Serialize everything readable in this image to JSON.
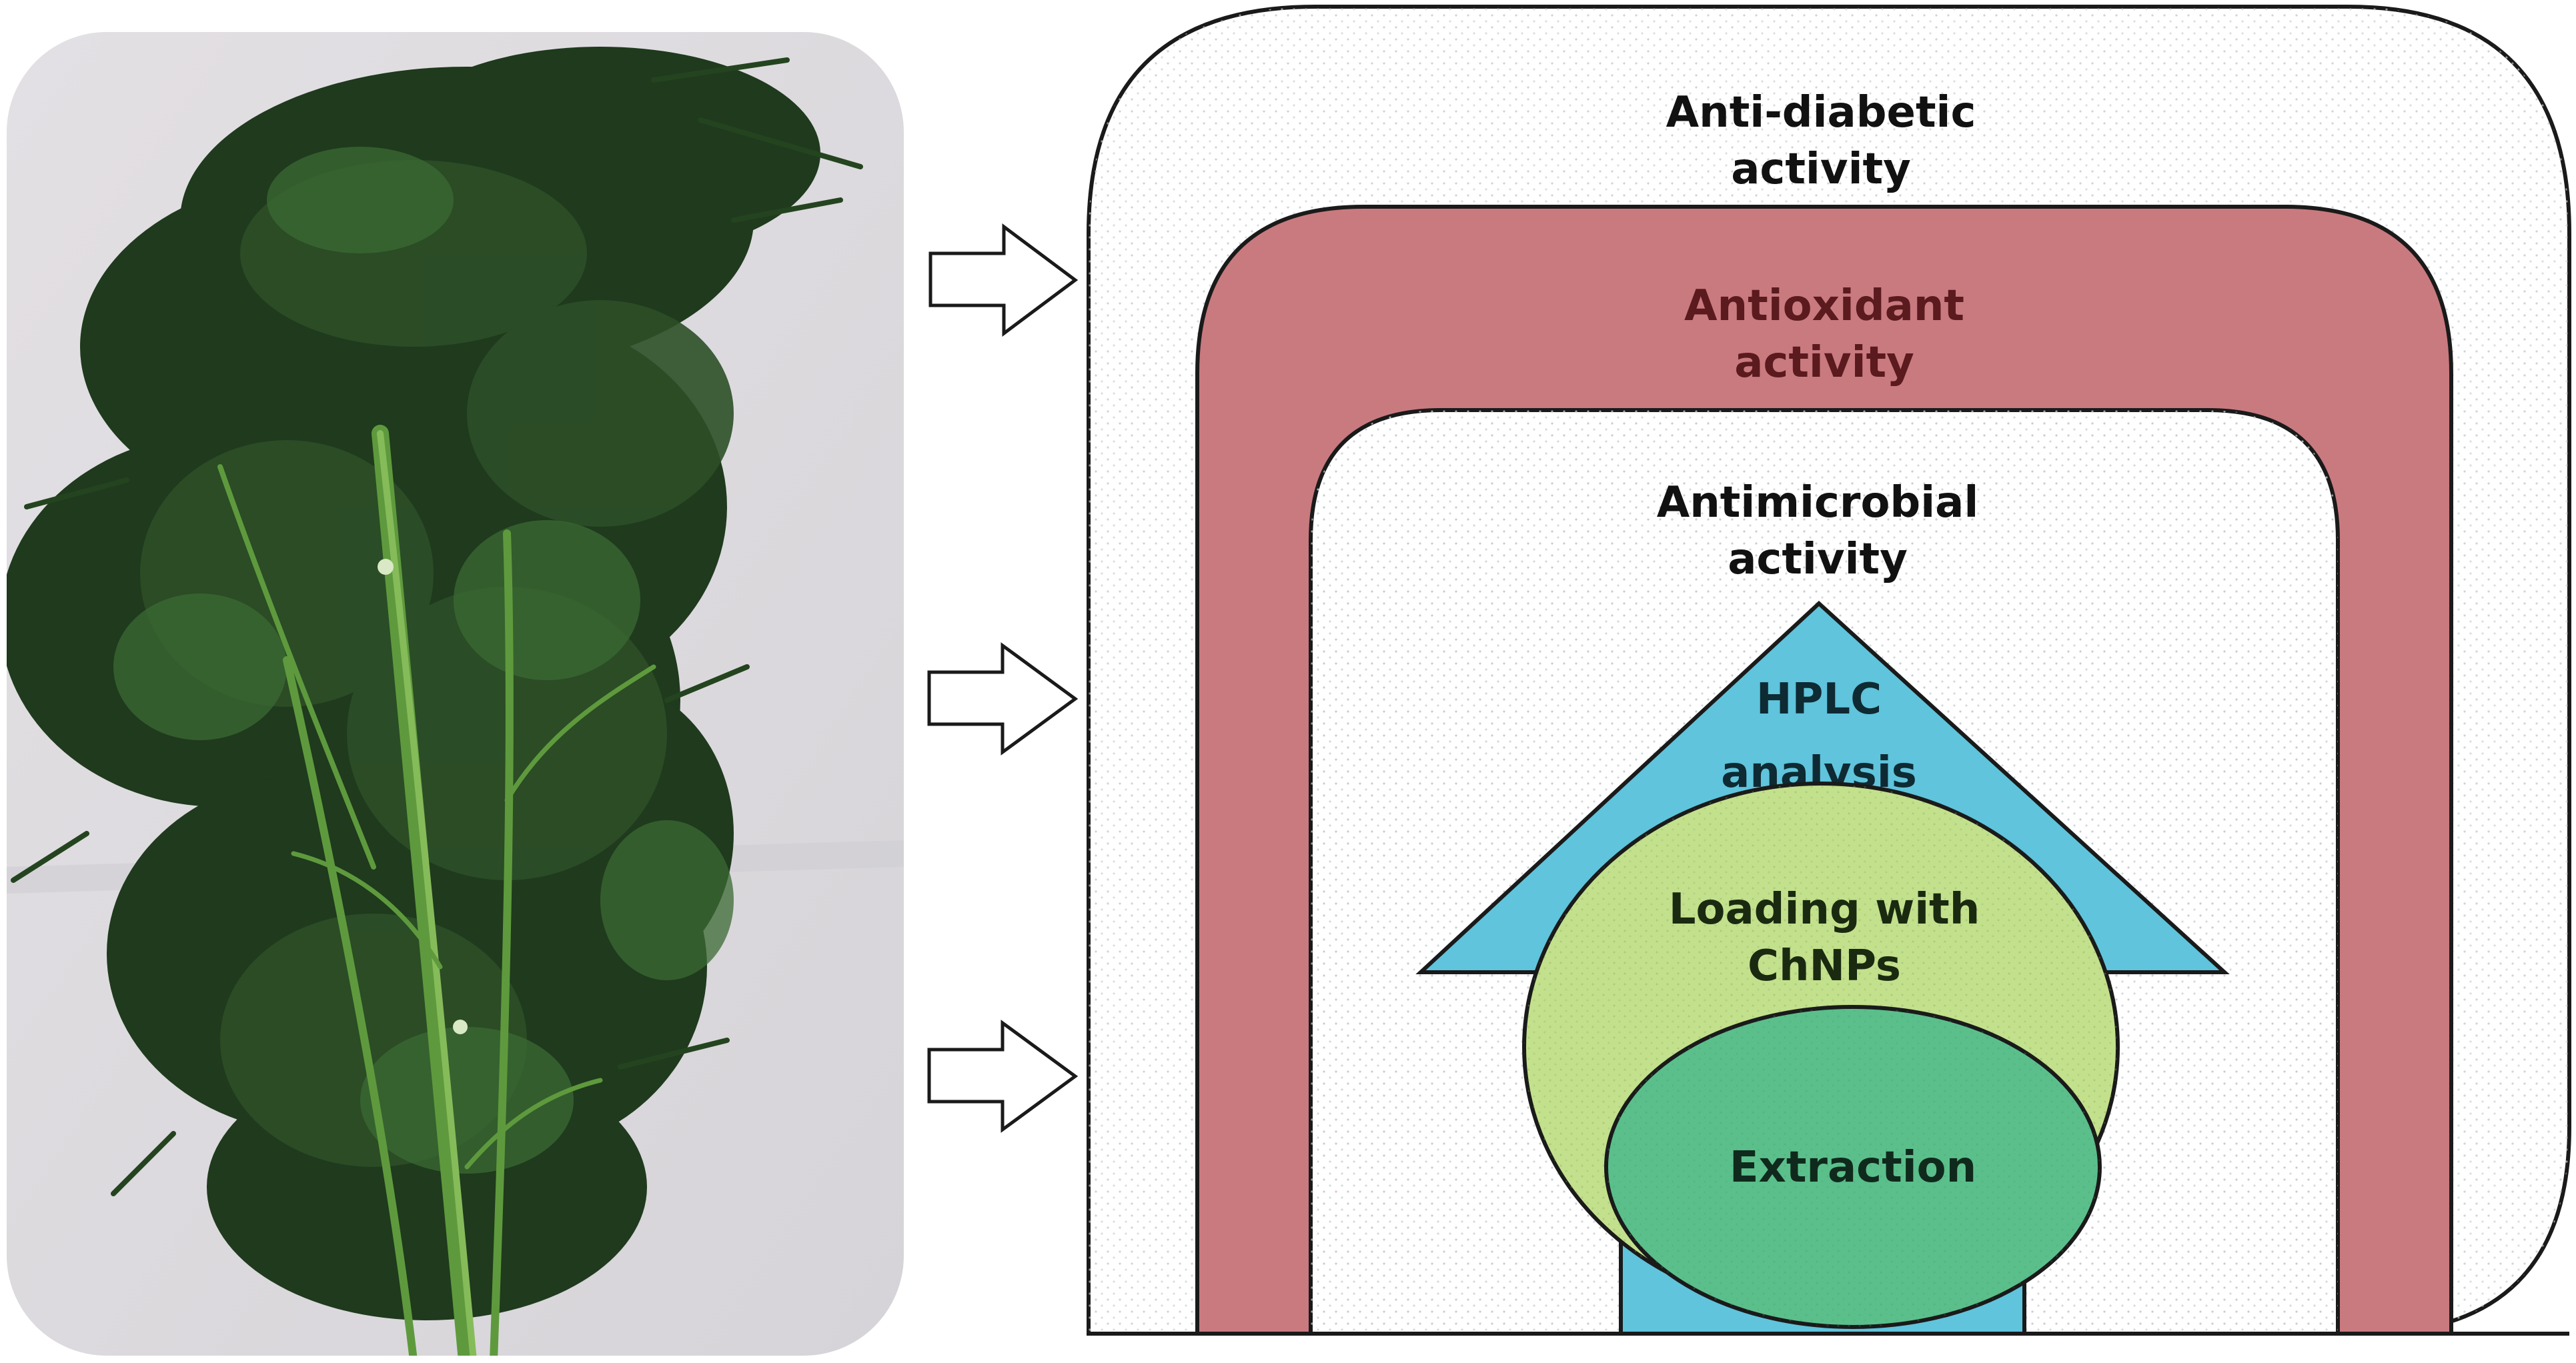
{
  "figure": {
    "photo": {
      "subject": "dill-plant-photo"
    },
    "arrows": {
      "count": 3,
      "icon": "hollow-right-arrow-icon"
    },
    "layers": {
      "anti_diabetic": {
        "line1": "Anti-diabetic",
        "line2": "activity",
        "fill": "#ffffff"
      },
      "antioxidant": {
        "line1": "Antioxidant",
        "line2": "activity",
        "fill": "#c97a7f",
        "text_color": "#5a1a1e"
      },
      "antimicrobial": {
        "line1": "Antimicrobial",
        "line2": "activity",
        "fill": "#ffffff"
      }
    },
    "hplc": {
      "line1": "HPLC",
      "line2": "analysis",
      "fill": "#5fc4dc"
    },
    "loading": {
      "line1": "Loading with",
      "line2": "ChNPs",
      "fill": "#c3e08c"
    },
    "extraction": {
      "label": "Extraction",
      "fill": "#5bbf8b"
    }
  }
}
